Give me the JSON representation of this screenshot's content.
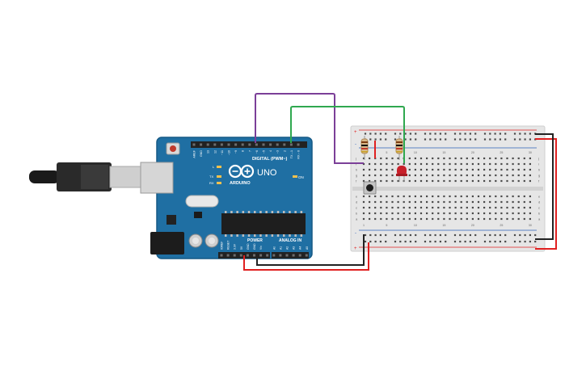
{
  "arduino": {
    "brand": "ARDUINO",
    "model": "UNO",
    "digital_header_label": "DIGITAL (PWM~)",
    "power_label": "POWER",
    "analog_label": "ANALOG IN",
    "led_labels": [
      "L",
      "TX",
      "RX"
    ],
    "on_label": "ON",
    "digital_pins": [
      "AREF",
      "GND",
      "13",
      "12",
      "~11",
      "~10",
      "~9",
      "8",
      "7",
      "~6",
      "~5",
      "4",
      "~3",
      "2",
      "TX→1",
      "RX←0"
    ],
    "power_pins": [
      "IOREF",
      "RESET",
      "3.3V",
      "5V",
      "GND",
      "GND",
      "Vin"
    ],
    "analog_pins": [
      "A0",
      "A1",
      "A2",
      "A3",
      "A4",
      "A5"
    ]
  },
  "breadboard": {
    "rail_plus": "+",
    "rail_minus": "-",
    "rows_top": [
      "j",
      "i",
      "h",
      "g",
      "f"
    ],
    "rows_bottom": [
      "e",
      "d",
      "c",
      "b",
      "a"
    ],
    "column_labels": [
      "1",
      "",
      "",
      "",
      "5",
      "",
      "",
      "",
      "",
      "10",
      "",
      "",
      "",
      "",
      "15",
      "",
      "",
      "",
      "",
      "20",
      "",
      "",
      "",
      "",
      "25",
      "",
      "",
      "",
      "",
      "30"
    ]
  },
  "colors": {
    "board": "#1f6fa3",
    "board_dark": "#175a86",
    "breadboard": "#e6e6e6",
    "wire_purple": "#7b3f98",
    "wire_green": "#2fa84f",
    "wire_red": "#e02020",
    "wire_black": "#222222",
    "led_red": "#c8202a"
  }
}
